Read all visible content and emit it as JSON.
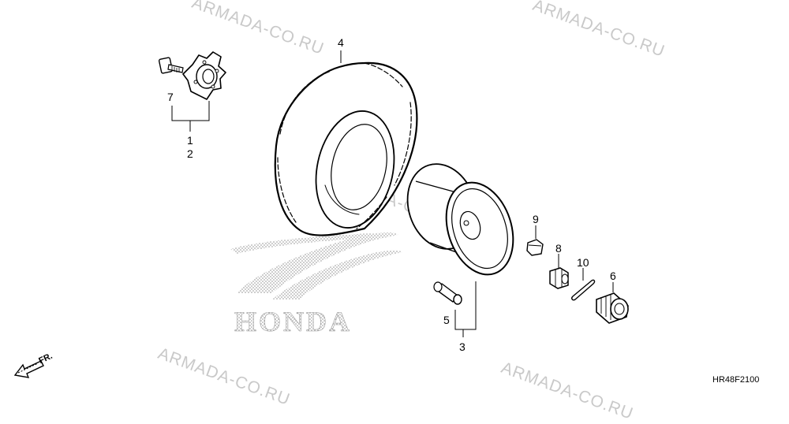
{
  "watermarks": [
    "ARMADA-CO.RU",
    "ARMADA-CO.RU",
    "ARMADA-CO.RU",
    "ARMADA-CO.RU",
    "ARMADA-CO.RU"
  ],
  "brand_logo": "HONDA",
  "front_indicator": "FR.",
  "diagram_code": "HR48F2100",
  "callouts": {
    "c1": "1",
    "c2": "2",
    "c3": "3",
    "c4": "4",
    "c5": "5",
    "c6": "6",
    "c7": "7",
    "c8": "8",
    "c9": "9",
    "c10": "10"
  },
  "parts": [
    "hub-with-bolt",
    "tire",
    "wheel-rim",
    "valve-stem",
    "cap",
    "castle-nut",
    "cotter-pin",
    "nut",
    "hub-bolt"
  ]
}
